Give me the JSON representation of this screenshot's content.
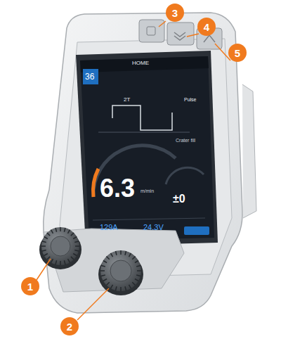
{
  "diagram": {
    "labels": [
      "3",
      "4",
      "5",
      "36",
      "HOME",
      "2T",
      "Pulse",
      "Crater fill",
      "6.3",
      "m/min",
      "±0",
      "129A",
      "24.3V",
      "1",
      "2"
    ]
  }
}
